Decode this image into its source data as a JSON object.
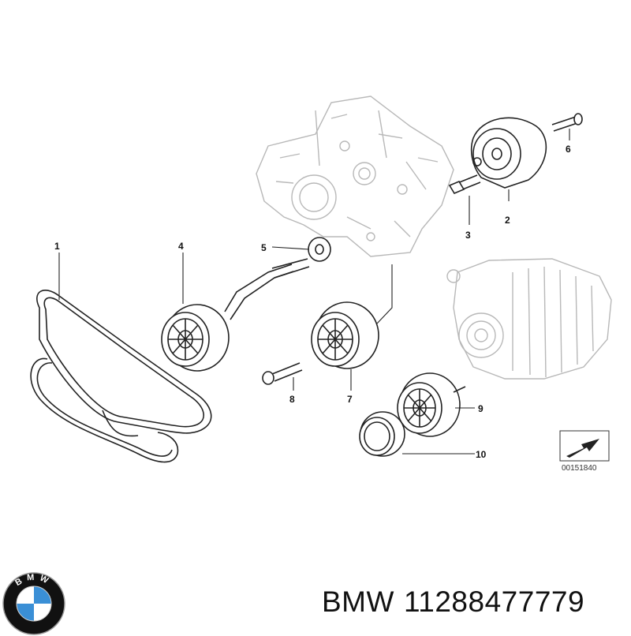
{
  "callouts": [
    {
      "id": "1",
      "label": "1"
    },
    {
      "id": "2",
      "label": "2"
    },
    {
      "id": "3",
      "label": "3"
    },
    {
      "id": "4",
      "label": "4"
    },
    {
      "id": "5",
      "label": "5"
    },
    {
      "id": "6",
      "label": "6"
    },
    {
      "id": "7",
      "label": "7"
    },
    {
      "id": "8",
      "label": "8"
    },
    {
      "id": "9",
      "label": "9"
    },
    {
      "id": "10",
      "label": "10"
    }
  ],
  "diagram_ref": "00151840",
  "caption": {
    "brand": "BMW",
    "part_number": "11288477779"
  },
  "logo": {
    "letters": "BMW",
    "colors": {
      "blue": "#3a8fd6",
      "ring": "#111111",
      "white": "#ffffff"
    }
  },
  "colors": {
    "line": "#222222",
    "ghost": "#b8b8b8"
  }
}
